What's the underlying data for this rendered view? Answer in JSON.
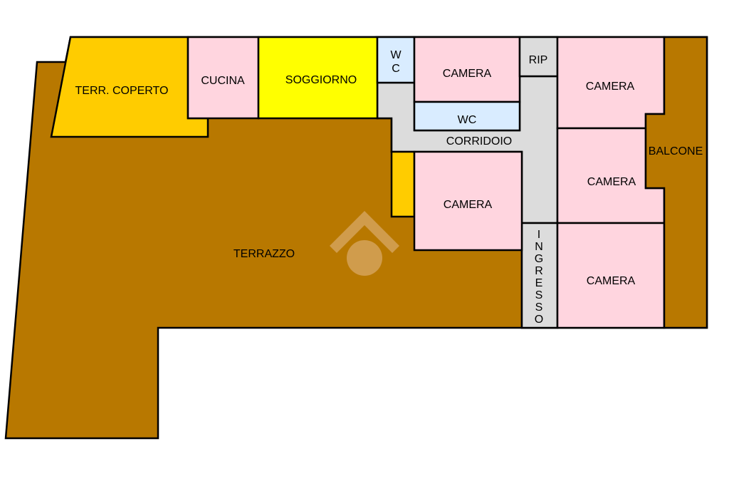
{
  "colors": {
    "terrace": "#B87800",
    "covered_terrace": "#FFCC00",
    "living": "#FFFF00",
    "bedroom": "#FFD5DF",
    "bathroom": "#D9ECFF",
    "circulation": "#DCDCDC",
    "storage": "#FFCC00",
    "watermark": "#D9A866"
  },
  "rooms": {
    "terrazzo": "TERRAZZO",
    "terr_coperto": "TERR. COPERTO",
    "cucina": "CUCINA",
    "soggiorno": "SOGGIORNO",
    "wc_small": [
      "W",
      "C"
    ],
    "camera_top": "CAMERA",
    "wc": "WC",
    "rip": "RIP",
    "corridoio": "CORRIDOIO",
    "camera_mid": "CAMERA",
    "ingresso": [
      "I",
      "N",
      "G",
      "R",
      "E",
      "S",
      "S",
      "O"
    ],
    "camera_right_top": "CAMERA",
    "camera_right_mid": "CAMERA",
    "camera_right_bottom": "CAMERA",
    "balcone": "BALCONE"
  },
  "watermark_icon": "logo-mark-icon"
}
